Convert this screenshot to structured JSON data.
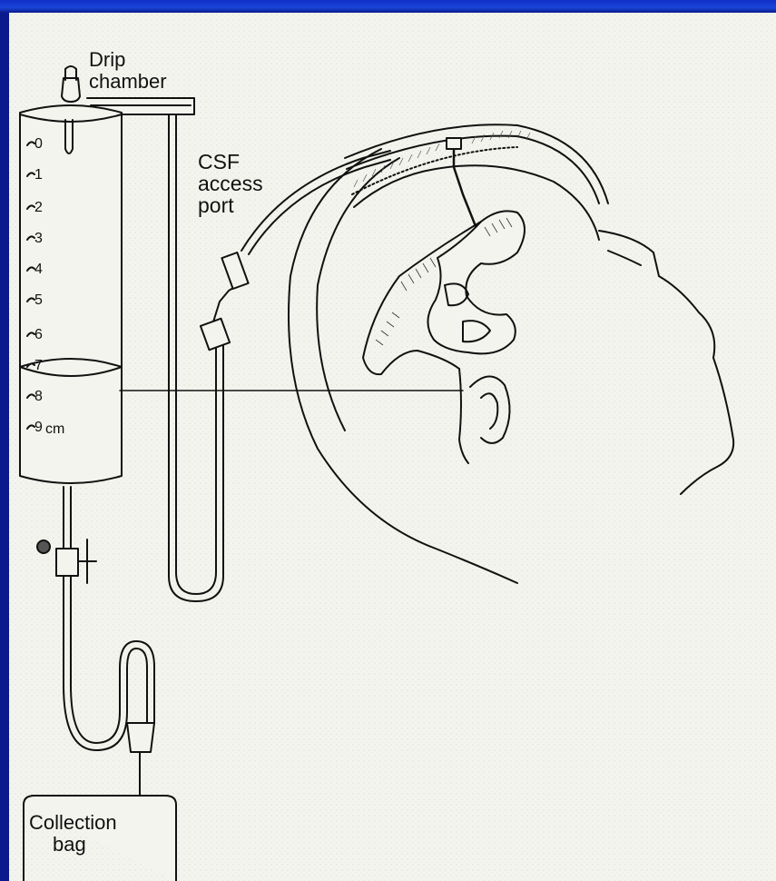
{
  "labels": {
    "drip_chamber": [
      "Drip",
      "chamber"
    ],
    "csf_access_port": [
      "CSF",
      "access",
      "port"
    ],
    "collection_bag": [
      "Collection",
      "bag"
    ]
  },
  "scale_ticks": [
    "0",
    "1",
    "2",
    "3",
    "4",
    "5",
    "6",
    "7",
    "8",
    "9",
    "cm"
  ],
  "colors": {
    "frame": "#0a1a8c",
    "paper": "#f4f4ee",
    "ink": "#111111"
  }
}
